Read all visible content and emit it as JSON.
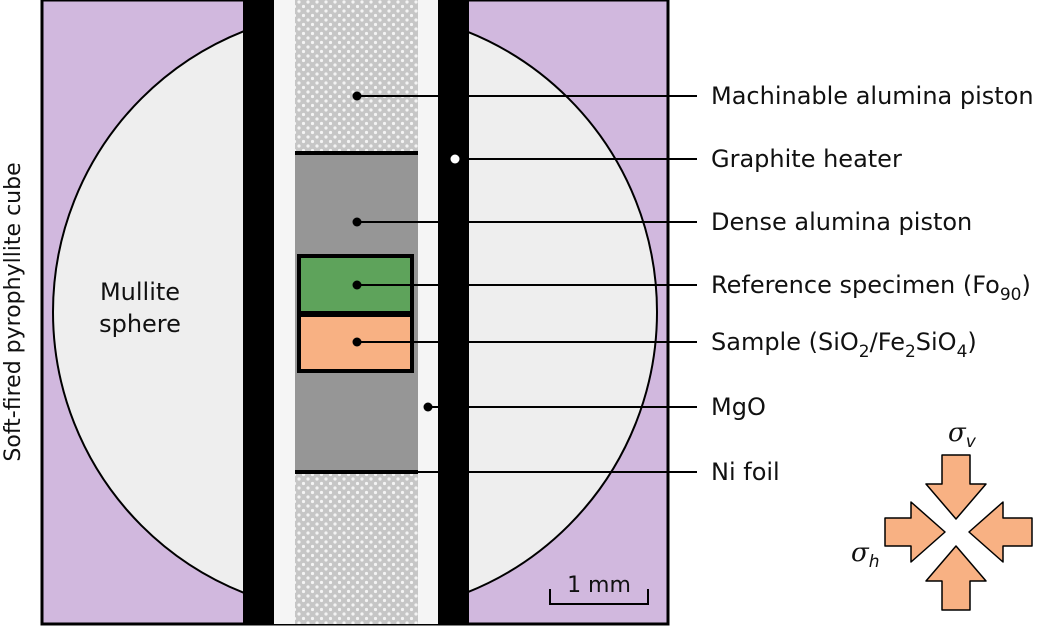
{
  "colors": {
    "cube": "#d1b8de",
    "sphere": "#eeeeee",
    "heater": "#000000",
    "mgo": "#f5f5f5",
    "machinable_alumina": "#c6c6c6",
    "machinable_dots": "#f4f4f4",
    "dense_alumina": "#969696",
    "reference": "#5ea35b",
    "sample": "#f8b183",
    "stress_arrow": "#f8b183"
  },
  "labels": {
    "cube": "Soft-fired pyrophyllite cube",
    "sphere_line1": "Mullite",
    "sphere_line2": "sphere",
    "machinable_alumina": "Machinable alumina piston",
    "graphite_heater": "Graphite heater",
    "dense_alumina": "Dense alumina piston",
    "reference_main": "Reference specimen (Fo",
    "reference_sub": "90",
    "reference_end": ")",
    "sample_a": "Sample (SiO",
    "sample_sub1": "2",
    "sample_b": "/Fe",
    "sample_sub2": "2",
    "sample_c": "SiO",
    "sample_sub3": "4",
    "sample_end": ")",
    "mgo": "MgO",
    "ni_foil": "Ni foil"
  },
  "stress": {
    "vertical_symbol": "σ",
    "vertical_sub": "v",
    "horizontal_symbol": "σ",
    "horizontal_sub": "h"
  },
  "scale_bar": {
    "label": "1 mm"
  }
}
